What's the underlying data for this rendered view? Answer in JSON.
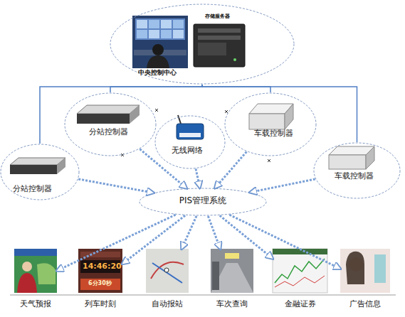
{
  "diagram": {
    "nodes": [
      {
        "text": [
          "中央控制中心",
          "存储服务器"
        ]
      },
      {
        "text": [
          "分站控制器"
        ]
      },
      {
        "text": [
          "无线网络"
        ]
      },
      {
        "text": [
          "车载控制器"
        ]
      },
      {
        "text": [
          "分站控制器"
        ]
      },
      {
        "text": [
          "车载控制器"
        ]
      },
      {
        "text": [
          "PIS管理系统"
        ]
      },
      {
        "text": [
          "天气预报"
        ]
      },
      {
        "text": [
          "列车时刻"
        ]
      },
      {
        "text": [
          "自动报站"
        ]
      },
      {
        "text": [
          "车次查询"
        ]
      },
      {
        "text": [
          "金融证券"
        ]
      },
      {
        "text": [
          "广告信息"
        ]
      }
    ],
    "edges": [
      {
        "from": 0,
        "to": 4,
        "arrow": "none"
      },
      {
        "from": 0,
        "to": 1,
        "arrow": "none"
      },
      {
        "from": 0,
        "to": 3,
        "arrow": "none"
      },
      {
        "from": 0,
        "to": 5,
        "arrow": "none"
      },
      {
        "from": 4,
        "to": 6,
        "arrow": "to"
      },
      {
        "from": 1,
        "to": 6,
        "arrow": "to"
      },
      {
        "from": 2,
        "to": 6,
        "arrow": "to"
      },
      {
        "from": 3,
        "to": 6,
        "arrow": "to"
      },
      {
        "from": 5,
        "to": 6,
        "arrow": "to"
      },
      {
        "from": 6,
        "to": 7,
        "arrow": "to"
      },
      {
        "from": 6,
        "to": 8,
        "arrow": "to"
      },
      {
        "from": 6,
        "to": 9,
        "arrow": "to"
      },
      {
        "from": 6,
        "to": 10,
        "arrow": "to"
      },
      {
        "from": 6,
        "to": 11,
        "arrow": "to"
      },
      {
        "from": 6,
        "to": 12,
        "arrow": "to"
      }
    ],
    "labels": [
      "14:46:20",
      "6分30秒"
    ]
  }
}
